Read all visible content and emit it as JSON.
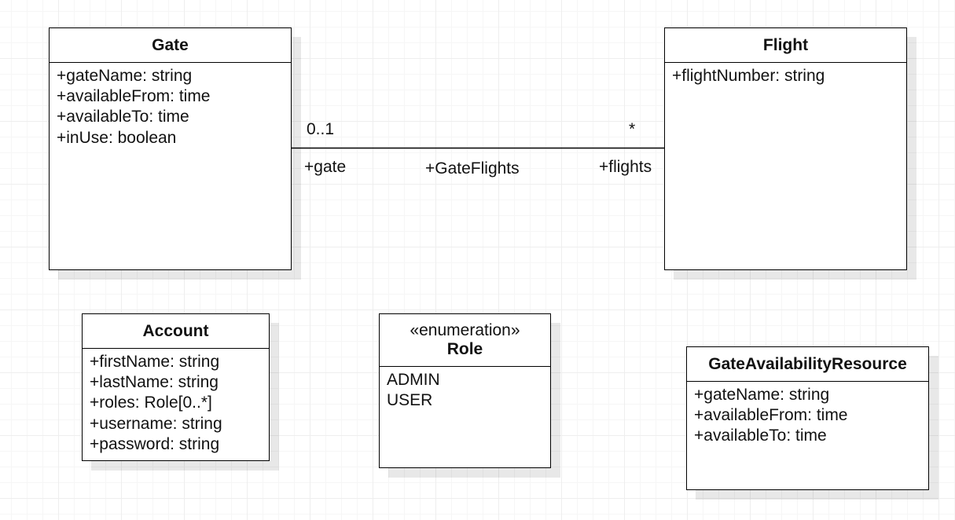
{
  "classes": {
    "gate": {
      "name": "Gate",
      "attributes": [
        "+gateName: string",
        "+availableFrom: time",
        "+availableTo: time",
        "+inUse: boolean"
      ]
    },
    "flight": {
      "name": "Flight",
      "attributes": [
        "+flightNumber: string"
      ]
    },
    "account": {
      "name": "Account",
      "attributes": [
        "+firstName: string",
        "+lastName: string",
        "+roles: Role[0..*]",
        "+username: string",
        "+password: string"
      ]
    },
    "role": {
      "stereotype": "«enumeration»",
      "name": "Role",
      "literals": [
        "ADMIN",
        "USER"
      ]
    },
    "gate_availability_resource": {
      "name": "GateAvailabilityResource",
      "attributes": [
        "+gateName: string",
        "+availableFrom: time",
        "+availableTo: time"
      ]
    }
  },
  "association": {
    "name": "+GateFlights",
    "source_multiplicity": "0..1",
    "source_role": "+gate",
    "target_multiplicity": "*",
    "target_role": "+flights"
  },
  "colors": {
    "line": "#000000",
    "background": "#ffffff",
    "grid": "#eeeeee"
  }
}
